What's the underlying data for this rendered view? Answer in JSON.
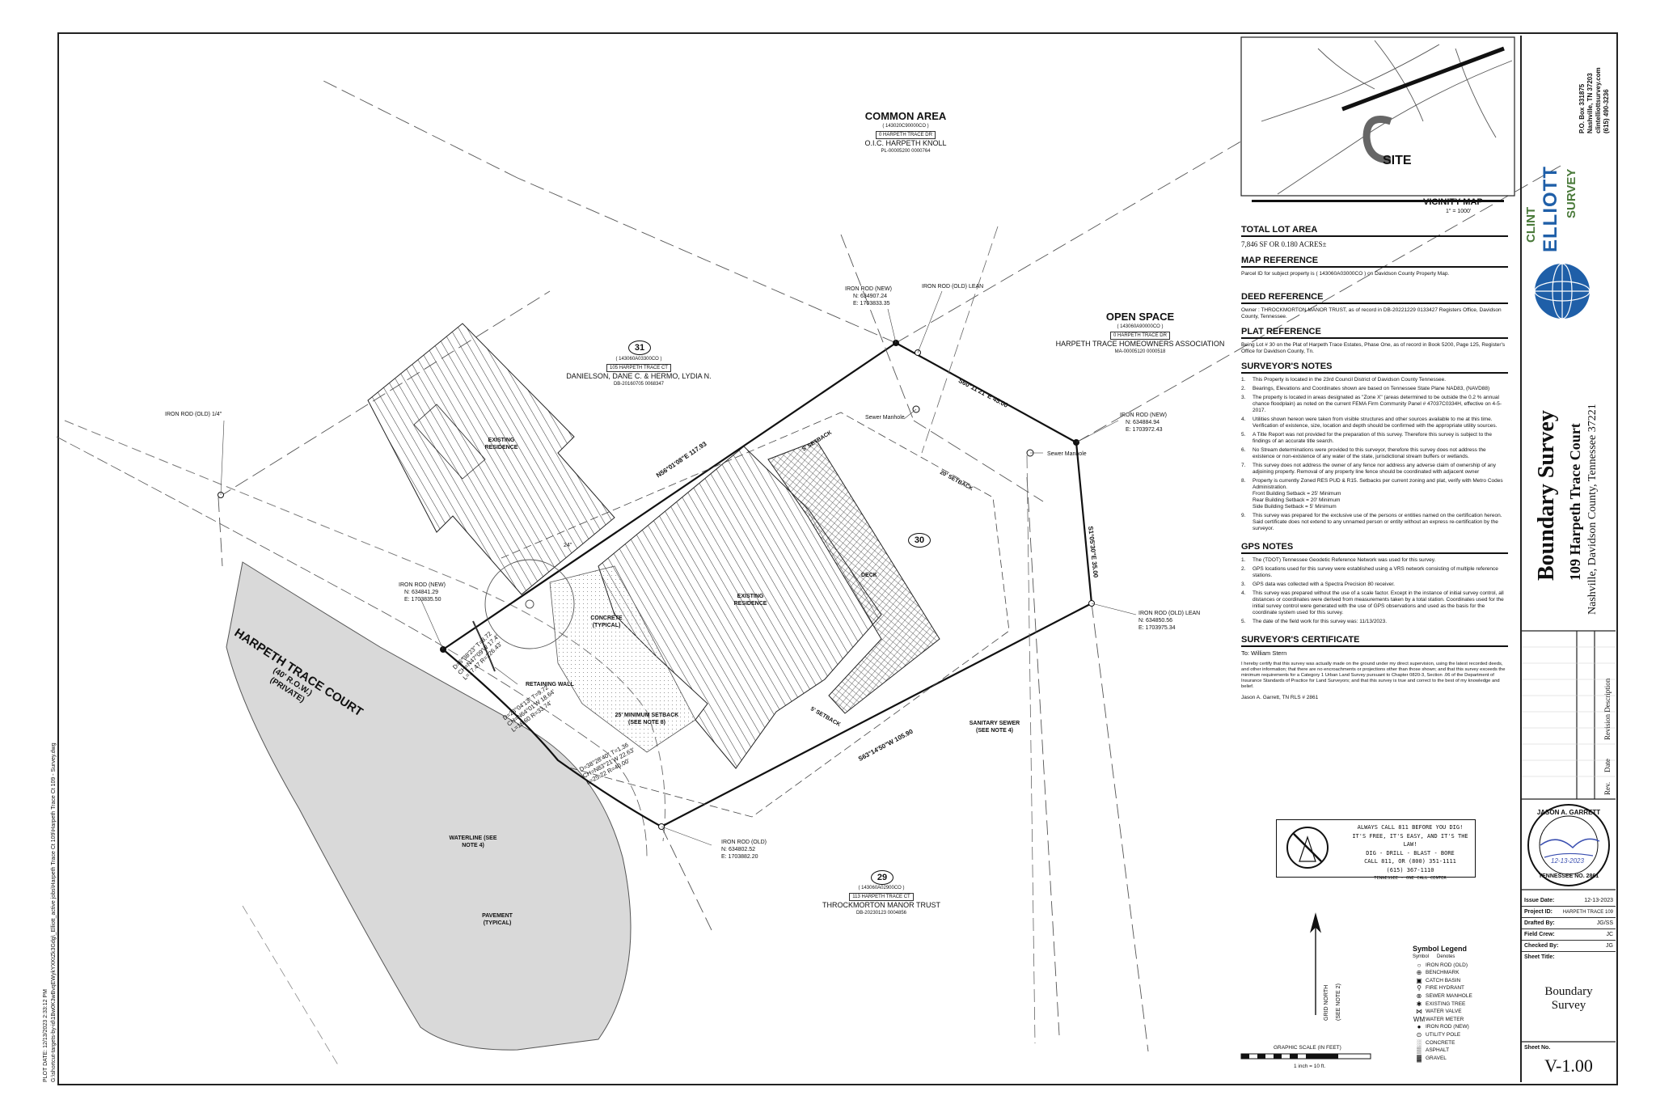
{
  "road": {
    "name": "HARPETH TRACE COURT",
    "row": "(40' R.O.W.)",
    "private": "(PRIVATE)"
  },
  "common_area": {
    "title": "COMMON AREA",
    "parcel": "( 143020C90000CO )",
    "address": "0 HARPETH TRACE DR",
    "owner": "O.I.C. HARPETH KNOLL",
    "instrument": "PL-00005200 0000764"
  },
  "open_space": {
    "title": "OPEN SPACE",
    "parcel": "( 143060A90000CO )",
    "address": "0 HARPETH TRACE DR",
    "owner": "HARPETH TRACE HOMEOWNERS ASSOCIATION",
    "instrument": "MA-00005120 0000518"
  },
  "lot31": {
    "num": "31",
    "parcel": "( 143060A03300CO )",
    "address": "105 HARPETH TRACE CT",
    "owner": "DANIELSON, DANE C. & HERMO, LYDIA N.",
    "instrument": "DB-20160705 0068347"
  },
  "lot29": {
    "num": "29",
    "parcel": "( 143060A02900CO )",
    "address": "113 HARPETH TRACE CT",
    "owner": "THROCKMORTON MANOR TRUST",
    "instrument": "DB-20230123 0004856"
  },
  "lot30": {
    "num": "30"
  },
  "plan_labels": {
    "iron_rod_old_14": "IRON ROD (OLD) 1/4\"",
    "irn_top": "IRON ROD (NEW)",
    "irn_top_n": "N: 634907.24",
    "irn_top_e": "E: 1703833.35",
    "iro_lean_top": "IRON ROD (OLD) LEAN",
    "irn_right": "IRON ROD (NEW)",
    "irn_right_n": "N: 634884.94",
    "irn_right_e": "E: 1703972.43",
    "iro_lean_right": "IRON ROD (OLD) LEAN",
    "iro_lean_right_n": "N: 634850.56",
    "iro_lean_right_e": "E: 1703975.34",
    "irn_left": "IRON ROD (NEW)",
    "irn_left_n": "N: 634841.29",
    "irn_left_e": "E: 1703835.50",
    "iro_bottom": "IRON ROD (OLD)",
    "iro_bottom_n": "N: 634802.52",
    "iro_bottom_e": "E: 1703882.20",
    "sewer_mh1": "Sewer Manhole",
    "sewer_mh2": "Sewer Manhole",
    "existing_res1": "EXISTING RESIDENCE",
    "existing_res2": "EXISTING RESIDENCE",
    "deck": "DECK",
    "concrete": "CONCRETE (TYPICAL)",
    "retaining": "RETAINING WALL",
    "min_setback": "25' MINIMUM SETBACK (SEE NOTE 8)",
    "setback5a": "5' SETBACK",
    "setback5b": "5' SETBACK",
    "setback20": "20' SETBACK",
    "sanitary": "SANITARY SEWER (SEE NOTE 4)",
    "waterline": "WATERLINE (SEE NOTE 4)",
    "pavement": "PAVEMENT (TYPICAL)",
    "tree": "24\"",
    "b1": "N56°01'08\"E  117.93",
    "b2": "S60°11'21\"E  45.00",
    "b3": "S1°05'30\"E  35.00",
    "b4": "S63°14'50\"W  105.90",
    "c1a": "D=6°38'23\" T=8.72",
    "c1b": "CH=N47°09'W 17.4'",
    "c1c": "L=17.47 R=226.43'",
    "c2a": "D=23°04'13\" T=9.72",
    "c2b": "CH=N64°01'W 18.64'",
    "c2c": "L=18.60 R=33.74'",
    "c3a": "D=38°28'40\" T=1.36",
    "c3b": "CH=N83°21'W 22.63'",
    "c3c": "L=25.22 R=40.00'"
  },
  "vicinity": {
    "site": "SITE",
    "title": "VICINITY MAP",
    "scale": "1\" = 1000'"
  },
  "notes": {
    "total_lot_area_h": "TOTAL LOT AREA",
    "total_lot_area": "7,846 SF OR 0.180 ACRES±",
    "map_ref_h": "MAP REFERENCE",
    "map_ref": "Parcel ID for subject property is ( 143060A03000CO ) on Davidson County Property Map.",
    "deed_ref_h": "DEED REFERENCE",
    "deed_ref": "Owner : THROCKMORTON MANOR TRUST, as of record in DB-20221229 0133427 Registers Office, Davidson County, Tennessee.",
    "plat_ref_h": "PLAT REFERENCE",
    "plat_ref": "Being Lot # 30 on the Plat of Harpeth Trace Estates, Phase One, as of record in Book 5200, Page 125, Register's Office for Davidson County, Tn.",
    "surveyor_notes_h": "SURVEYOR'S NOTES",
    "surveyor_notes": [
      {
        "n": "1.",
        "t": "This Property is located in the 23rd Council District of Davidson County Tennessee."
      },
      {
        "n": "2.",
        "t": "Bearings, Elevations and Coordinates shown are based on Tennessee State Plane NAD83, (NAVD88)"
      },
      {
        "n": "3.",
        "t": "The property is located in areas designated as \"Zone X\" (areas determined to be outside the 0.2 % annual chance floodplain) as noted on the current FEMA Firm Community Panel # 47037C0334H, effective on 4-5-2017."
      },
      {
        "n": "4.",
        "t": "Utilities shown hereon were taken from visible structures and other sources available to me at this time. Verification of existence, size, location and depth should be confirmed with the appropriate utility sources."
      },
      {
        "n": "5.",
        "t": "A Title Report was not provided for the preparation of this survey. Therefore this survey is subject to the findings of an accurate title search."
      },
      {
        "n": "6.",
        "t": "No Stream determinations were provided to this surveyor, therefore this survey does not address the existence or non-existence of any water of the state, jurisdictional stream buffers or wetlands."
      },
      {
        "n": "7.",
        "t": "This survey does not address the owner of any fence nor address any adverse claim of ownership of any adjoining property. Removal of any property line fence should be coordinated with adjacent owner"
      },
      {
        "n": "8.",
        "t": "Property is currently Zoned RES PUD & R15. Setbacks per current zoning and plat, verify with Metro Codes Administration.\n        Front Building Setback = 25' Minimum\n        Rear Building Setback = 20' Minimum\n        Side Building Setback = 5' Minimum"
      },
      {
        "n": "9.",
        "t": "This survey was prepared for the exclusive use of the persons or entities named on the certification hereon. Said certificate does not extend to any unnamed person or entity without an express re-certification by the surveyor."
      }
    ],
    "gps_h": "GPS NOTES",
    "gps": [
      {
        "n": "1.",
        "t": "The (TDOT) Tennessee Geodetic Reference Network was used for this survey."
      },
      {
        "n": "2.",
        "t": "GPS locations used for this survey were established using a VRS network consisting of multiple reference stations."
      },
      {
        "n": "3.",
        "t": "GPS data was collected with a Spectra Precision 80 receiver."
      },
      {
        "n": "4.",
        "t": "This survey was prepared without the use of a scale factor. Except in the instance of initial survey control, all distances or coordinates were derived from measurements taken by a total station. Coordinates used for the initial survey control were generated with the use of GPS observations and used as the basis for the coordinate system used for this survey."
      },
      {
        "n": "5.",
        "t": "The date of the field work for this survey was: 11/13/2023."
      }
    ],
    "cert_h": "SURVEYOR'S CERTIFICATE",
    "cert_to": "To: William Stern",
    "cert_text": "I hereby certify that this survey was actually made on the ground under my direct supervision, using the latest recorded deeds, and other information; that there are no encroachments or projections other than those shown; and that this survey exceeds the minimum requirements for a Category 1 Urban Land Survey pursuant to Chapter 0820-3, Section .06 of the Department of Insurance Standards of Practice for Land Surveyors; and that this survey is true and correct to the best of my knowledge and belief.",
    "cert_sign": "Jason A. Garrett, TN RLS # 2861"
  },
  "warning": {
    "lines": [
      "ALWAYS CALL 811 BEFORE YOU DIG!",
      "IT'S FREE, IT'S EASY, AND IT'S THE LAW!",
      "DIG - DRILL - BLAST - BORE",
      "CALL 811, OR (800) 351-1111",
      "(615) 367-1110"
    ],
    "footer": "TENNESSEE - ONE CALL CENTER"
  },
  "north": {
    "grid": "GRID NORTH",
    "note": "(SEE NOTE 2)"
  },
  "scale": {
    "title": "GRAPHIC SCALE (IN FEET)",
    "ratio": "1 inch =  10  ft."
  },
  "legend": {
    "title": "Symbol Legend",
    "col1": "Symbol",
    "col2": "Denotes",
    "items": [
      {
        "sym": "○",
        "label": "IRON ROD (OLD)"
      },
      {
        "sym": "⊕",
        "label": "BENCHMARK"
      },
      {
        "sym": "▣",
        "label": "CATCH BASIN"
      },
      {
        "sym": "⚲",
        "label": "FIRE HYDRANT"
      },
      {
        "sym": "⊗",
        "label": "SEWER MANHOLE"
      },
      {
        "sym": "✱",
        "label": "EXISTING TREE"
      },
      {
        "sym": "⋈",
        "label": "WATER VALVE"
      },
      {
        "sym": "WM",
        "label": "WATER METER"
      },
      {
        "sym": "●",
        "label": "IRON ROD (NEW)"
      },
      {
        "sym": "⊙",
        "label": "UTILITY POLE"
      },
      {
        "sym": "░",
        "label": "CONCRETE"
      },
      {
        "sym": "▒",
        "label": "ASPHALT"
      },
      {
        "sym": "▓",
        "label": "GRAVEL"
      }
    ]
  },
  "plot_info": {
    "line1": "PLOT DATE: 12/13/2023 2:33:12 PM",
    "line2": "G:\\shortcut-targets-by-id\\1Bw0K3wBvqEWykYXKtZk3Gdg\\_Elliott_active jobs\\Harpeth Trace Ct 109\\Harpeth Trace Ct 109 - Survey.dwg"
  },
  "title_block": {
    "company_line1": "CLINT",
    "company_line2": "ELLIOTT",
    "company_line3": "SURVEY",
    "po_box": "P.O. Box 331875",
    "city": "Nashville, TN 37203",
    "email": "clintelliottsurvey.com",
    "phone": "(615) 490-3236",
    "drawing_title": "Boundary Survey",
    "address": "109 Harpeth Trace Court",
    "city_line": "Nashville, Davidson County, Tennessee 37221",
    "rev_description": "Revision Description",
    "rev_date": "Date",
    "rev_no": "Rev.",
    "seal_line1": "JASON A. GARRETT",
    "seal_line2": "TENNESSEE NO. 2861",
    "seal_date": "12-13-2023",
    "issue_date_k": "Issue Date:",
    "issue_date": "12-13-2023",
    "project_id_k": "Project ID:",
    "project_id": "HARPETH TRACE 109",
    "drafted_by_k": "Drafted By:",
    "drafted_by": "JG/SS",
    "field_crew_k": "Field Crew:",
    "field_crew": "JC",
    "checked_by_k": "Checked By:",
    "checked_by": "JG",
    "sheet_title_k": "Sheet Title:",
    "sheet_title": "Boundary Survey",
    "sheet_no_k": "Sheet No.",
    "sheet_no": "V-1.00"
  },
  "colors": {
    "road": "#d9d9d9",
    "ink": "#111111",
    "accent_blue": "#1f5fa8",
    "accent_green": "#4a7a3a"
  }
}
